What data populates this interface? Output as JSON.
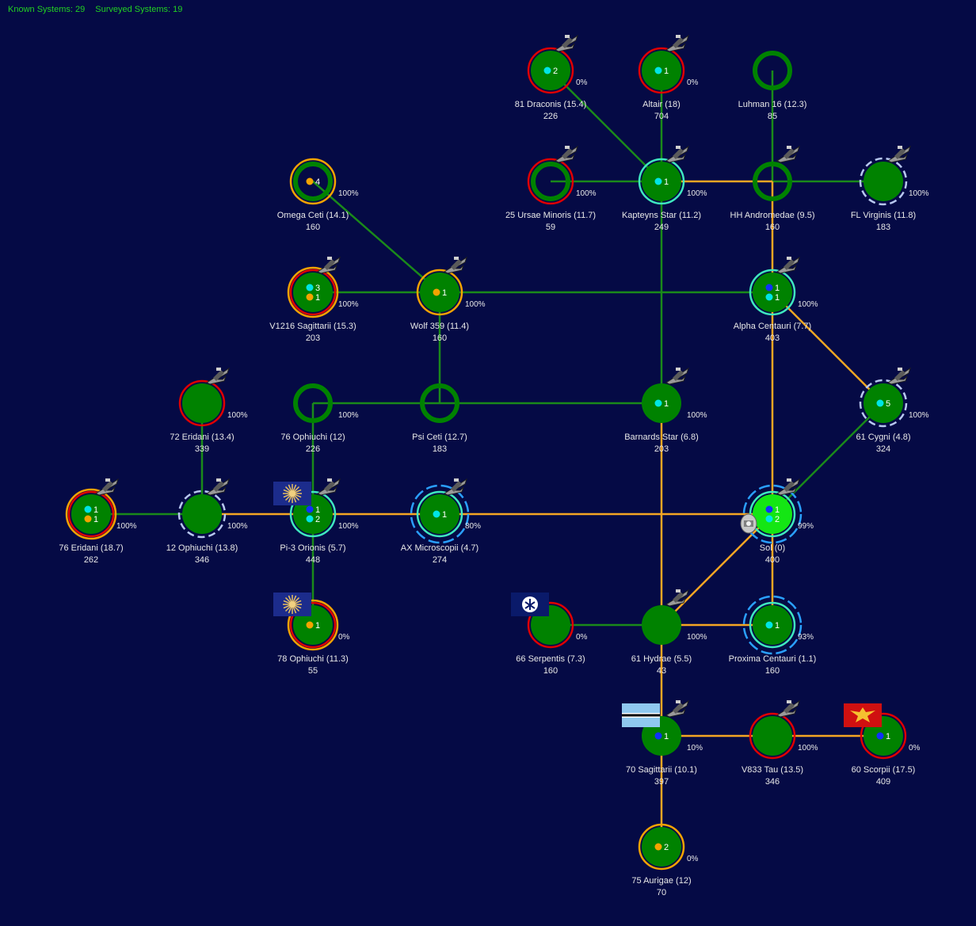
{
  "header": {
    "known_label": "Known Systems: 29",
    "surveyed_label": "Surveyed Systems: 19"
  },
  "colors": {
    "background": "#050a45",
    "system_fill": "#008200",
    "home_fill": "#14e614",
    "jump_surveyed": "#1a8a1a",
    "jump_route": "#f5a623",
    "ring_red": "#e00000",
    "ring_orange": "#f5a300",
    "ring_teal": "#3fe8c0",
    "ring_blue_dash": "#2aa0ff",
    "ring_white_dash": "#b8c8f0",
    "dot_cyan": "#00e5e5",
    "dot_orange": "#f5a300",
    "dot_blue": "#1030ff"
  },
  "systems": [
    {
      "id": "81dra",
      "name": "81 Draconis  (15.4)",
      "pop": "226",
      "pct": "0%",
      "rings": [
        "red"
      ],
      "dots": [
        {
          "c": "cyan",
          "n": "2"
        }
      ],
      "ship": true
    },
    {
      "id": "altair",
      "name": "Altair  (18)",
      "pop": "704",
      "pct": "0%",
      "rings": [
        "red"
      ],
      "dots": [
        {
          "c": "cyan",
          "n": "1"
        }
      ],
      "ship": true
    },
    {
      "id": "luhman",
      "name": "Luhman 16  (12.3)",
      "pop": "85",
      "pct": "",
      "hollow": true,
      "rings": [],
      "dots": []
    },
    {
      "id": "omega",
      "name": "Omega Ceti  (14.1)",
      "pop": "160",
      "pct": "100%",
      "hollow": true,
      "rings": [
        "orange"
      ],
      "dots": [
        {
          "c": "orange",
          "n": "4"
        }
      ]
    },
    {
      "id": "25urs",
      "name": "25 Ursae Minoris  (11.7)",
      "pop": "59",
      "pct": "100%",
      "hollow": true,
      "rings": [
        "red"
      ],
      "dots": [],
      "ship": true
    },
    {
      "id": "kapteyn",
      "name": "Kapteyns Star  (11.2)",
      "pop": "249",
      "pct": "100%",
      "rings": [
        "teal"
      ],
      "dots": [
        {
          "c": "cyan",
          "n": "1"
        }
      ],
      "ship": true
    },
    {
      "id": "hhand",
      "name": "HH Andromedae  (9.5)",
      "pop": "160",
      "pct": "",
      "hollow": true,
      "rings": [],
      "dots": [],
      "ship": true
    },
    {
      "id": "flvir",
      "name": "FL Virginis  (11.8)",
      "pop": "183",
      "pct": "100%",
      "rings": [
        "white"
      ],
      "dots": [],
      "ship": true
    },
    {
      "id": "v1216",
      "name": "V1216 Sagittarii  (15.3)",
      "pop": "203",
      "pct": "100%",
      "rings": [
        "red",
        "orange"
      ],
      "dots": [
        {
          "c": "cyan",
          "n": "3"
        },
        {
          "c": "orange",
          "n": "1"
        }
      ],
      "ship": true
    },
    {
      "id": "wolf",
      "name": "Wolf 359  (11.4)",
      "pop": "160",
      "pct": "100%",
      "rings": [
        "orange"
      ],
      "dots": [
        {
          "c": "orange",
          "n": "1"
        }
      ],
      "ship": true
    },
    {
      "id": "alpha",
      "name": "Alpha Centauri  (7.7)",
      "pop": "403",
      "pct": "100%",
      "rings": [
        "teal"
      ],
      "dots": [
        {
          "c": "blue",
          "n": "1"
        },
        {
          "c": "cyan",
          "n": "1"
        }
      ],
      "ship": true
    },
    {
      "id": "72eri",
      "name": "72 Eridani  (13.4)",
      "pop": "339",
      "pct": "100%",
      "rings": [
        "red"
      ],
      "dots": [],
      "ship": true
    },
    {
      "id": "76oph",
      "name": "76 Ophiuchi  (12)",
      "pop": "226",
      "pct": "100%",
      "hollow": true,
      "rings": [],
      "dots": []
    },
    {
      "id": "psi",
      "name": "Psi Ceti  (12.7)",
      "pop": "183",
      "pct": "",
      "hollow": true,
      "rings": [],
      "dots": []
    },
    {
      "id": "barnard",
      "name": "Barnards Star  (6.8)",
      "pop": "203",
      "pct": "100%",
      "rings": [],
      "dots": [
        {
          "c": "cyan",
          "n": "1"
        }
      ],
      "ship": true
    },
    {
      "id": "61cyg",
      "name": "61 Cygni  (4.8)",
      "pop": "324",
      "pct": "100%",
      "rings": [
        "white"
      ],
      "dots": [
        {
          "c": "cyan",
          "n": "5"
        }
      ],
      "ship": true
    },
    {
      "id": "76eri",
      "name": "76 Eridani  (18.7)",
      "pop": "262",
      "pct": "100%",
      "rings": [
        "red",
        "orange"
      ],
      "dots": [
        {
          "c": "cyan",
          "n": "1"
        },
        {
          "c": "orange",
          "n": "1"
        }
      ],
      "ship": true
    },
    {
      "id": "12oph",
      "name": "12 Ophiuchi  (13.8)",
      "pop": "346",
      "pct": "100%",
      "rings": [
        "white"
      ],
      "dots": [],
      "ship": true
    },
    {
      "id": "pi3ori",
      "name": "Pi-3 Orionis  (5.7)",
      "pop": "448",
      "pct": "100%",
      "rings": [
        "teal"
      ],
      "dots": [
        {
          "c": "blue",
          "n": "1"
        },
        {
          "c": "cyan",
          "n": "2"
        }
      ],
      "ship": true,
      "flag": "star"
    },
    {
      "id": "axmic",
      "name": "AX Microscopii  (4.7)",
      "pop": "274",
      "pct": "80%",
      "rings": [
        "teal",
        "blue"
      ],
      "dots": [
        {
          "c": "cyan",
          "n": "1"
        }
      ],
      "ship": true
    },
    {
      "id": "sol",
      "name": "Sol  (0)",
      "pop": "400",
      "pct": "99%",
      "home": true,
      "rings": [
        "teal",
        "blue"
      ],
      "dots": [
        {
          "c": "blue",
          "n": "1"
        },
        {
          "c": "cyan",
          "n": "2"
        }
      ],
      "ship": true,
      "station": true
    },
    {
      "id": "78oph",
      "name": "78 Ophiuchi  (11.3)",
      "pop": "55",
      "pct": "0%",
      "rings": [
        "red",
        "orange"
      ],
      "dots": [
        {
          "c": "orange",
          "n": "1"
        }
      ],
      "flag": "star"
    },
    {
      "id": "66ser",
      "name": "66 Serpentis  (7.3)",
      "pop": "160",
      "pct": "0%",
      "rings": [
        "red"
      ],
      "dots": [],
      "flag": "skull"
    },
    {
      "id": "61hyd",
      "name": "61 Hydrae  (5.5)",
      "pop": "43",
      "pct": "100%",
      "rings": [],
      "dots": [],
      "ship": true
    },
    {
      "id": "proxima",
      "name": "Proxima Centauri  (1.1)",
      "pop": "160",
      "pct": "93%",
      "rings": [
        "teal",
        "blue"
      ],
      "dots": [
        {
          "c": "cyan",
          "n": "1"
        }
      ]
    },
    {
      "id": "70sgr",
      "name": "70 Sagittarii  (10.1)",
      "pop": "397",
      "pct": "10%",
      "rings": [],
      "dots": [
        {
          "c": "blue",
          "n": "1"
        }
      ],
      "ship": true,
      "flag": "stripes"
    },
    {
      "id": "v833",
      "name": "V833 Tau  (13.5)",
      "pop": "346",
      "pct": "100%",
      "rings": [
        "red"
      ],
      "dots": [],
      "ship": true
    },
    {
      "id": "60sco",
      "name": "60 Scorpii  (17.5)",
      "pop": "409",
      "pct": "0%",
      "rings": [
        "red"
      ],
      "dots": [
        {
          "c": "blue",
          "n": "1"
        }
      ],
      "flag": "eagle"
    },
    {
      "id": "75aur",
      "name": "75 Aurigae  (12)",
      "pop": "70",
      "pct": "0%",
      "rings": [
        "orange"
      ],
      "dots": [
        {
          "c": "orange",
          "n": "2"
        }
      ]
    }
  ],
  "jumps": [
    [
      "81dra",
      "kapteyn",
      "green"
    ],
    [
      "altair",
      "kapteyn",
      "green"
    ],
    [
      "luhman",
      "hhand",
      "green"
    ],
    [
      "omega",
      "wolf",
      "green"
    ],
    [
      "25urs",
      "kapteyn",
      "green"
    ],
    [
      "kapteyn",
      "hhand",
      "orange"
    ],
    [
      "hhand",
      "flvir",
      "green"
    ],
    [
      "hhand",
      "alpha",
      "orange"
    ],
    [
      "kapteyn",
      "barnard",
      "green"
    ],
    [
      "v1216",
      "wolf",
      "green"
    ],
    [
      "wolf",
      "alpha",
      "green"
    ],
    [
      "wolf",
      "psi",
      "green"
    ],
    [
      "alpha",
      "61cyg",
      "orange"
    ],
    [
      "alpha",
      "sol",
      "orange"
    ],
    [
      "72eri",
      "12oph",
      "green"
    ],
    [
      "76oph",
      "psi",
      "green"
    ],
    [
      "psi",
      "barnard",
      "green"
    ],
    [
      "76oph",
      "pi3ori",
      "green"
    ],
    [
      "barnard",
      "61hyd",
      "orange"
    ],
    [
      "61cyg",
      "sol",
      "green"
    ],
    [
      "76eri",
      "12oph",
      "green"
    ],
    [
      "12oph",
      "pi3ori",
      "orange"
    ],
    [
      "pi3ori",
      "axmic",
      "orange"
    ],
    [
      "axmic",
      "sol",
      "orange"
    ],
    [
      "pi3ori",
      "78oph",
      "green"
    ],
    [
      "sol",
      "proxima",
      "orange"
    ],
    [
      "61hyd",
      "sol",
      "orange"
    ],
    [
      "66ser",
      "61hyd",
      "green"
    ],
    [
      "61hyd",
      "proxima",
      "orange"
    ],
    [
      "61hyd",
      "70sgr",
      "orange"
    ],
    [
      "70sgr",
      "v833",
      "orange"
    ],
    [
      "v833",
      "60sco",
      "orange"
    ],
    [
      "70sgr",
      "75aur",
      "orange"
    ]
  ]
}
